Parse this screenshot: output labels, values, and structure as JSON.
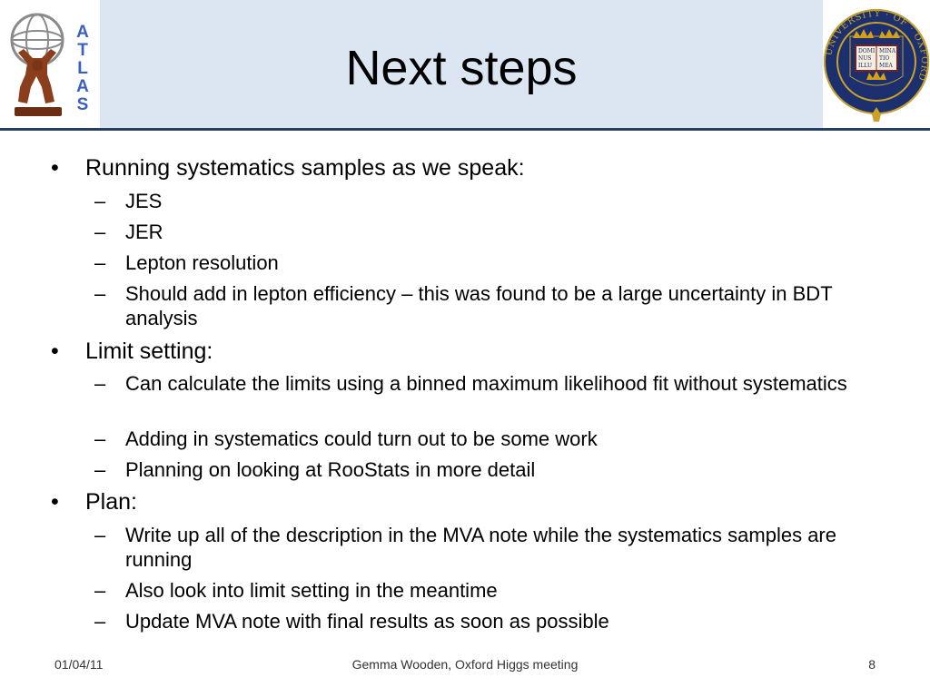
{
  "slide": {
    "title": "Next steps",
    "bullets": [
      {
        "text": "Running systematics samples as we speak:",
        "subs": [
          "JES",
          "JER",
          "Lepton resolution",
          "Should add in lepton efficiency – this was found to be a large uncertainty in BDT analysis"
        ]
      },
      {
        "text": "Limit setting:",
        "subs": [
          "Can calculate the limits using a binned maximum likelihood fit without systematics",
          "Adding in systematics could turn out to be some work",
          "Planning on looking at RooStats in more detail"
        ]
      },
      {
        "text": "Plan:",
        "subs": [
          "Write up all of the description in the MVA note while the systematics samples are running",
          "Also look into limit setting in the meantime",
          "Update MVA note with final results as soon as possible"
        ]
      }
    ]
  },
  "logos": {
    "atlas_letters": [
      "A",
      "T",
      "L",
      "A",
      "S"
    ],
    "oxford_ring": "UNIVERSITY · OF · OXFORD",
    "oxford_book": [
      "DOMI",
      "NUS",
      "ILLU",
      "MINA",
      "TIO",
      "MEA"
    ]
  },
  "footer": {
    "date": "01/04/11",
    "center": "Gemma Wooden, Oxford Higgs meeting",
    "page": "8"
  },
  "colors": {
    "header_bg": "#dce6f2",
    "header_rule": "#243f60",
    "atlas_blue": "#3a5fbe",
    "oxford_blue": "#1c2f6e",
    "oxford_gold": "#c9a227"
  }
}
